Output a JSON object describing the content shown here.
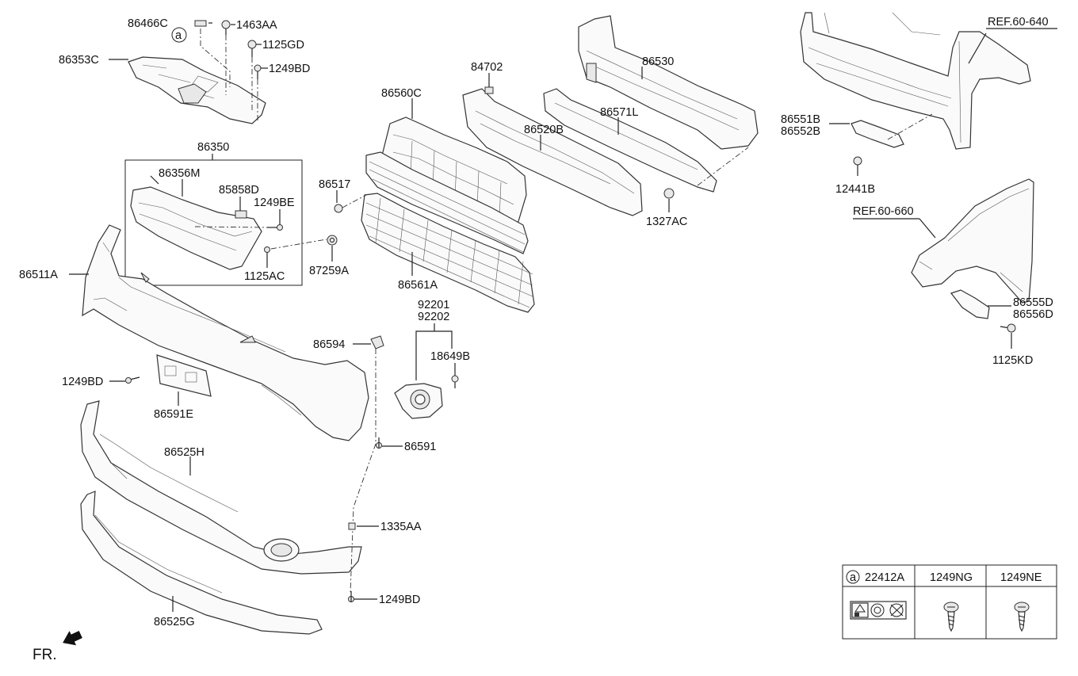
{
  "labels": {
    "p86466C": "86466C",
    "p1463AA": "1463AA",
    "p1125GD": "1125GD",
    "p86353C": "86353C",
    "p1249BD_top": "1249BD",
    "circle_a": "a",
    "p86350": "86350",
    "p86356M": "86356M",
    "p85858D": "85858D",
    "p1249BE": "1249BE",
    "p1125AC": "1125AC",
    "p87259A": "87259A",
    "p86511A": "86511A",
    "p86517": "86517",
    "p86560C": "86560C",
    "p86561A": "86561A",
    "p84702": "84702",
    "p86520B": "86520B",
    "p86530": "86530",
    "p86571L": "86571L",
    "p1327AC": "1327AC",
    "p86551B": "86551B",
    "p86552B": "86552B",
    "p12441B": "12441B",
    "ref640": "REF.60-640",
    "ref660": "REF.60-660",
    "p86555D": "86555D",
    "p86556D": "86556D",
    "p1125KD": "1125KD",
    "p92201": "92201",
    "p92202": "92202",
    "p18649B": "18649B",
    "p86594": "86594",
    "p1249BD_left": "1249BD",
    "p86591E": "86591E",
    "p86591": "86591",
    "p86525H": "86525H",
    "p1335AA": "1335AA",
    "p1249BD_bottom": "1249BD",
    "p86525G": "86525G",
    "fr": "FR."
  },
  "legend_table": {
    "circle": "a",
    "col1": "22412A",
    "col2": "1249NG",
    "col3": "1249NE"
  }
}
